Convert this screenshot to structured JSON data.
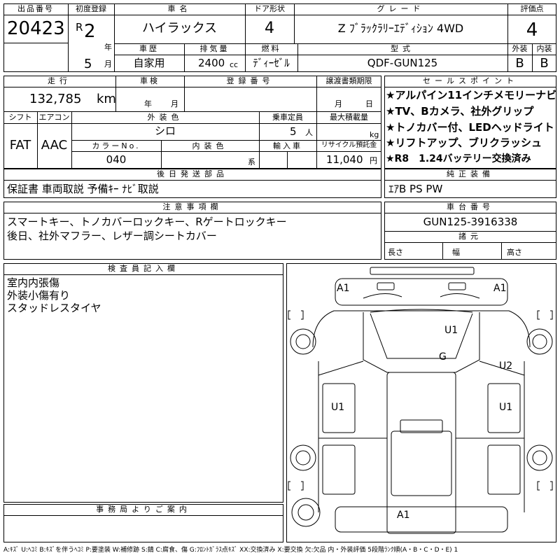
{
  "header": {
    "lot_label": "出品番号",
    "lot_number": "20423",
    "first_reg_label": "初度登録",
    "era": "R",
    "reg_year": "2",
    "year_unit": "年",
    "reg_month": "5",
    "month_unit": "月",
    "car_name_label": "車名",
    "car_name": "ハイラックス",
    "doors_label": "ドア形状",
    "doors": "4",
    "grade_label": "グレード",
    "grade": "Z ﾌﾞﾗｯｸﾗﾘｰｴﾃﾞｨｼｮﾝ 4WD",
    "score_label": "評価点",
    "score": "4",
    "history_label": "車歴",
    "history": "自家用",
    "displacement_label": "排気量",
    "displacement": "2400",
    "displacement_unit": "cc",
    "fuel_label": "燃料",
    "fuel": "ﾃﾞｨｰｾﾞﾙ",
    "model_label": "型式",
    "model": "QDF-GUN125",
    "exterior_label": "外装",
    "exterior": "B",
    "interior_label": "内装",
    "interior": "B"
  },
  "row2": {
    "mileage_label": "走行",
    "mileage": "132,785",
    "mileage_unit": "km",
    "inspection_label": "車検",
    "insp_year_unit": "年",
    "insp_month_unit": "月",
    "plate_label": "登録番号",
    "transfer_label": "譲渡書類期限",
    "transfer_month_unit": "月",
    "transfer_day_unit": "日",
    "shift_label": "シフト",
    "shift": "FAT",
    "ac_label": "エアコン",
    "ac": "AAC",
    "color_label": "外装色",
    "color": "シロ",
    "capacity_label": "乗車定員",
    "capacity": "5",
    "capacity_unit": "人",
    "load_label": "最大積載量",
    "load_unit": "kg",
    "color_no_label": "カラーNo.",
    "color_no": "040",
    "int_color_label": "内装色",
    "int_color_unit": "系",
    "import_label": "輸入車",
    "recycle_label": "リサイクル預託金",
    "recycle": "11,040",
    "recycle_unit": "円"
  },
  "sales_points": {
    "label": "セールスポイント",
    "items": [
      "★アルパイン11インチメモリーナビ",
      "★TV、Bカメラ、社外グリップ",
      "★トノカバー付、LEDヘッドライト",
      "★リフトアップ、ブリクラッシュ",
      "★R8　1.24バッテリー交換済み"
    ]
  },
  "later_parts": {
    "label": "後日発送部品",
    "text": "保証書 車両取説 予備ｷｰ ﾅﾋﾞ取説"
  },
  "equipment": {
    "label": "純正装備",
    "text": "ｴｱB PS PW"
  },
  "notes": {
    "label": "注意事項欄",
    "lines": [
      "スマートキー、トノカバーロックキー、Rゲートロックキー",
      "後日、社外マフラー、レザー調シートカバー"
    ]
  },
  "chassis": {
    "label": "車台番号",
    "number": "GUN125-3916338"
  },
  "dimensions": {
    "label": "諸元",
    "length": "長さ",
    "width": "幅",
    "height": "高さ"
  },
  "inspector": {
    "label": "検査員記入欄",
    "lines": [
      "室内内張傷",
      "外装小傷有り",
      "スタッドレスタイヤ"
    ]
  },
  "office": {
    "label": "事務局よりご案内"
  },
  "diagram": {
    "marks": [
      {
        "id": "front-left",
        "text": "A1"
      },
      {
        "id": "front-right",
        "text": "A1"
      },
      {
        "id": "roof",
        "text": "U1"
      },
      {
        "id": "windshield",
        "text": "G"
      },
      {
        "id": "right-front-door",
        "text": "U2"
      },
      {
        "id": "left-rear",
        "text": "U1"
      },
      {
        "id": "right-rear",
        "text": "U1"
      },
      {
        "id": "rear-bumper",
        "text": "A1"
      }
    ]
  },
  "legend": "A:ｷｽﾞ U:ﾍｺﾐ B:ｷｽﾞを伴うﾍｺﾐ P:要塗装 W:補修跡 S:錆 C:腐食、傷 G:ﾌﾛﾝﾄｶﾞﾗｽ点ｷｽﾞ XX:交換済み X:要交換 欠:欠品 内・外装評価 5段階ﾗﾝｸ順(A・B・C・D・E) 1"
}
